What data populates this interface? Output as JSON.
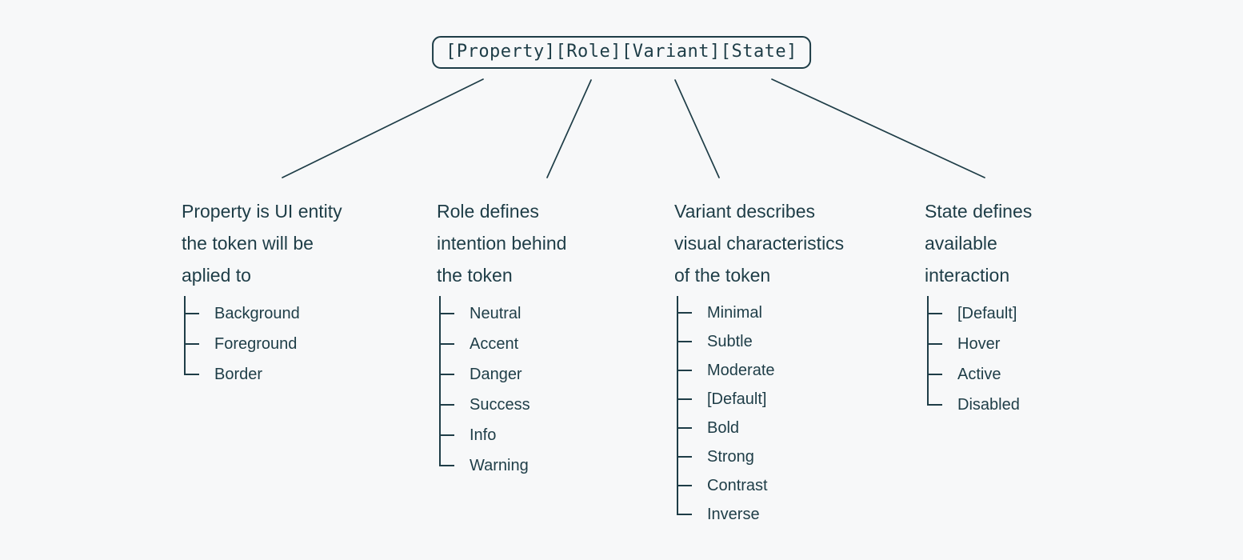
{
  "page": {
    "background_color": "#f7f8f9",
    "ink_color": "#1e3d47"
  },
  "title_box": {
    "label": "[Property][Role][Variant][State]"
  },
  "columns": [
    {
      "id": "property",
      "heading": "Property is UI entity\nthe token will be\naplied to",
      "items": [
        "Background",
        "Foreground",
        "Border"
      ]
    },
    {
      "id": "role",
      "heading": "Role defines\nintention behind\nthe token",
      "items": [
        "Neutral",
        "Accent",
        "Danger",
        "Success",
        "Info",
        "Warning"
      ]
    },
    {
      "id": "variant",
      "heading": "Variant describes\nvisual characteristics\nof the token",
      "items": [
        "Minimal",
        "Subtle",
        "Moderate",
        "[Default]",
        "Bold",
        "Strong",
        "Contrast",
        "Inverse"
      ]
    },
    {
      "id": "state",
      "heading": "State defines\navailable\ninteraction",
      "items": [
        "[Default]",
        "Hover",
        "Active",
        "Disabled"
      ]
    }
  ]
}
